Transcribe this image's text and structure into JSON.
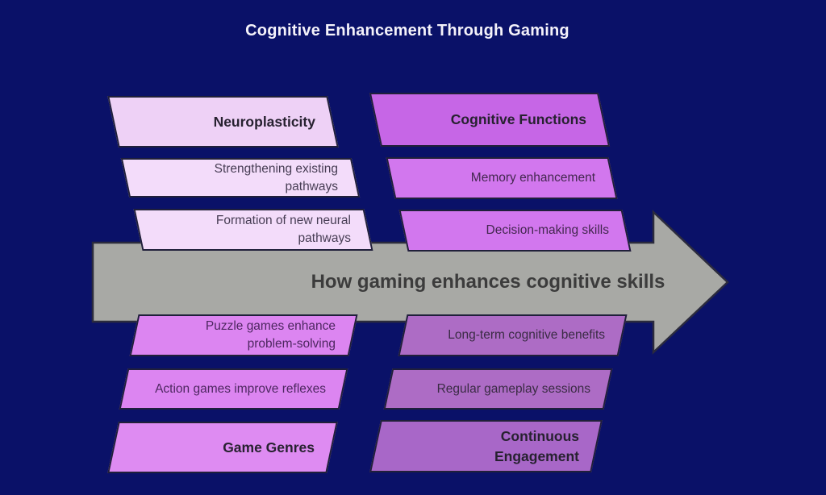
{
  "title": "Cognitive Enhancement Through Gaming",
  "arrow": {
    "label": "How gaming enhances cognitive skills",
    "fill": "#a8a9a5"
  },
  "palette": {
    "background": "#0a1168",
    "outline": "#20203a",
    "neuroplasticity_header": "#eed1f6",
    "neuroplasticity_item": "#f3dcfa",
    "cognitive_functions_header": "#c666e6",
    "cognitive_functions_item": "#d277ee",
    "game_genres_header": "#de8bf2",
    "game_genres_item": "#dc85f1",
    "continuous_engagement_header": "#a867c8",
    "continuous_engagement_item": "#ad6cc5"
  },
  "groups": {
    "neuroplasticity": {
      "header": "Neuroplasticity",
      "items": [
        "Strengthening existing pathways",
        "Formation of new neural pathways"
      ]
    },
    "cognitive_functions": {
      "header": "Cognitive Functions",
      "items": [
        "Memory enhancement",
        "Decision-making skills"
      ]
    },
    "game_genres": {
      "header": "Game Genres",
      "items": [
        "Puzzle games enhance problem-solving",
        "Action games improve reflexes"
      ]
    },
    "continuous_engagement": {
      "header": "Continuous Engagement",
      "items": [
        "Long-term cognitive benefits",
        "Regular gameplay sessions"
      ]
    }
  }
}
